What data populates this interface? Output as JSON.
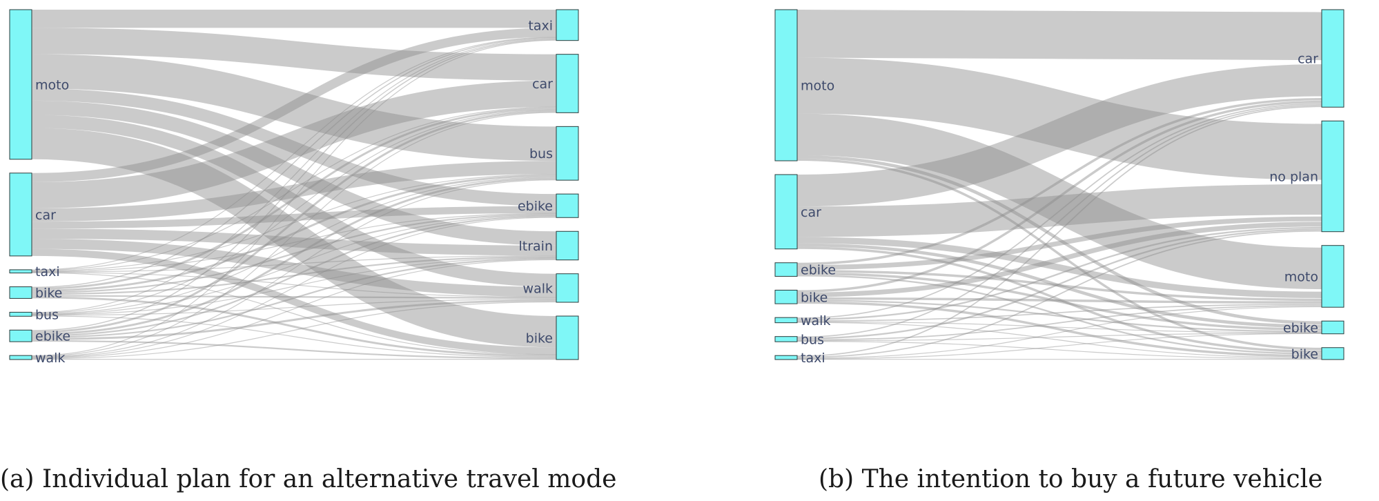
{
  "colors": {
    "node_fill": "#7ff7f7",
    "node_stroke": "#2a3a3a",
    "link": "#8c8c8c",
    "label": "#3e4a6b",
    "caption": "#1a1a1a"
  },
  "captions": {
    "a": "(a) Individual plan for an alternative travel mode",
    "b": "(b) The intention to buy a future vehicle"
  },
  "chart_data": [
    {
      "type": "sankey",
      "caption": "(a) Individual plan for an alternative travel mode",
      "source_nodes": [
        "moto",
        "car",
        "taxi",
        "bike",
        "bus",
        "ebike",
        "walk"
      ],
      "target_nodes": [
        "taxi",
        "car",
        "bus",
        "ebike",
        "ltrain",
        "walk",
        "bike"
      ],
      "links": [
        {
          "source": "moto",
          "target": "taxi",
          "value": 18
        },
        {
          "source": "moto",
          "target": "car",
          "value": 26
        },
        {
          "source": "moto",
          "target": "bus",
          "value": 34
        },
        {
          "source": "moto",
          "target": "ebike",
          "value": 12
        },
        {
          "source": "moto",
          "target": "ltrain",
          "value": 14
        },
        {
          "source": "moto",
          "target": "walk",
          "value": 13
        },
        {
          "source": "moto",
          "target": "bike",
          "value": 31
        },
        {
          "source": "car",
          "target": "taxi",
          "value": 9
        },
        {
          "source": "car",
          "target": "car",
          "value": 26
        },
        {
          "source": "car",
          "target": "bus",
          "value": 13
        },
        {
          "source": "car",
          "target": "ebike",
          "value": 7
        },
        {
          "source": "car",
          "target": "ltrain",
          "value": 10
        },
        {
          "source": "car",
          "target": "walk",
          "value": 10
        },
        {
          "source": "car",
          "target": "bike",
          "value": 7
        },
        {
          "source": "taxi",
          "target": "taxi",
          "value": 0.4
        },
        {
          "source": "taxi",
          "target": "car",
          "value": 0.6
        },
        {
          "source": "taxi",
          "target": "bus",
          "value": 0.6
        },
        {
          "source": "taxi",
          "target": "ebike",
          "value": 0.4
        },
        {
          "source": "taxi",
          "target": "ltrain",
          "value": 0.4
        },
        {
          "source": "taxi",
          "target": "walk",
          "value": 0.4
        },
        {
          "source": "taxi",
          "target": "bike",
          "value": 0.4
        },
        {
          "source": "bike",
          "target": "taxi",
          "value": 1
        },
        {
          "source": "bike",
          "target": "car",
          "value": 2
        },
        {
          "source": "bike",
          "target": "bus",
          "value": 2
        },
        {
          "source": "bike",
          "target": "ebike",
          "value": 1.5
        },
        {
          "source": "bike",
          "target": "ltrain",
          "value": 1.5
        },
        {
          "source": "bike",
          "target": "walk",
          "value": 1.5
        },
        {
          "source": "bike",
          "target": "bike",
          "value": 2
        },
        {
          "source": "bus",
          "target": "taxi",
          "value": 0.6
        },
        {
          "source": "bus",
          "target": "car",
          "value": 0.6
        },
        {
          "source": "bus",
          "target": "bus",
          "value": 0.8
        },
        {
          "source": "bus",
          "target": "ebike",
          "value": 0.4
        },
        {
          "source": "bus",
          "target": "ltrain",
          "value": 0.4
        },
        {
          "source": "bus",
          "target": "walk",
          "value": 0.6
        },
        {
          "source": "bus",
          "target": "bike",
          "value": 0.6
        },
        {
          "source": "ebike",
          "target": "taxi",
          "value": 1
        },
        {
          "source": "ebike",
          "target": "car",
          "value": 2
        },
        {
          "source": "ebike",
          "target": "bus",
          "value": 2
        },
        {
          "source": "ebike",
          "target": "ebike",
          "value": 1.5
        },
        {
          "source": "ebike",
          "target": "ltrain",
          "value": 1.5
        },
        {
          "source": "ebike",
          "target": "walk",
          "value": 2
        },
        {
          "source": "ebike",
          "target": "bike",
          "value": 1.5
        },
        {
          "source": "walk",
          "target": "taxi",
          "value": 0.5
        },
        {
          "source": "walk",
          "target": "car",
          "value": 0.6
        },
        {
          "source": "walk",
          "target": "bus",
          "value": 0.7
        },
        {
          "source": "walk",
          "target": "ebike",
          "value": 0.5
        },
        {
          "source": "walk",
          "target": "ltrain",
          "value": 0.5
        },
        {
          "source": "walk",
          "target": "walk",
          "value": 0.7
        },
        {
          "source": "walk",
          "target": "bike",
          "value": 0.5
        }
      ]
    },
    {
      "type": "sankey",
      "caption": "(b) The intention to buy a future vehicle",
      "source_nodes": [
        "moto",
        "car",
        "ebike",
        "bike",
        "walk",
        "bus",
        "taxi"
      ],
      "target_nodes": [
        "car",
        "no plan",
        "moto",
        "ebike",
        "bike"
      ],
      "links": [
        {
          "source": "moto",
          "target": "car",
          "value": 60
        },
        {
          "source": "moto",
          "target": "no plan",
          "value": 70
        },
        {
          "source": "moto",
          "target": "moto",
          "value": 52
        },
        {
          "source": "moto",
          "target": "ebike",
          "value": 4
        },
        {
          "source": "moto",
          "target": "bike",
          "value": 3
        },
        {
          "source": "car",
          "target": "car",
          "value": 40
        },
        {
          "source": "car",
          "target": "no plan",
          "value": 38
        },
        {
          "source": "car",
          "target": "moto",
          "value": 8
        },
        {
          "source": "car",
          "target": "ebike",
          "value": 4
        },
        {
          "source": "car",
          "target": "bike",
          "value": 3
        },
        {
          "source": "ebike",
          "target": "car",
          "value": 3
        },
        {
          "source": "ebike",
          "target": "no plan",
          "value": 6
        },
        {
          "source": "ebike",
          "target": "moto",
          "value": 3
        },
        {
          "source": "ebike",
          "target": "ebike",
          "value": 3
        },
        {
          "source": "ebike",
          "target": "bike",
          "value": 2
        },
        {
          "source": "bike",
          "target": "car",
          "value": 3
        },
        {
          "source": "bike",
          "target": "no plan",
          "value": 6
        },
        {
          "source": "bike",
          "target": "moto",
          "value": 3
        },
        {
          "source": "bike",
          "target": "ebike",
          "value": 2
        },
        {
          "source": "bike",
          "target": "bike",
          "value": 3
        },
        {
          "source": "walk",
          "target": "car",
          "value": 1.5
        },
        {
          "source": "walk",
          "target": "no plan",
          "value": 2
        },
        {
          "source": "walk",
          "target": "moto",
          "value": 1.5
        },
        {
          "source": "walk",
          "target": "ebike",
          "value": 0.5
        },
        {
          "source": "walk",
          "target": "bike",
          "value": 1
        },
        {
          "source": "bus",
          "target": "car",
          "value": 1.5
        },
        {
          "source": "bus",
          "target": "no plan",
          "value": 2
        },
        {
          "source": "bus",
          "target": "moto",
          "value": 1.5
        },
        {
          "source": "bus",
          "target": "ebike",
          "value": 0.5
        },
        {
          "source": "bus",
          "target": "bike",
          "value": 1
        },
        {
          "source": "taxi",
          "target": "car",
          "value": 1.5
        },
        {
          "source": "taxi",
          "target": "no plan",
          "value": 1.5
        },
        {
          "source": "taxi",
          "target": "moto",
          "value": 1
        },
        {
          "source": "taxi",
          "target": "ebike",
          "value": 0.5
        },
        {
          "source": "taxi",
          "target": "bike",
          "value": 0.5
        }
      ]
    }
  ]
}
